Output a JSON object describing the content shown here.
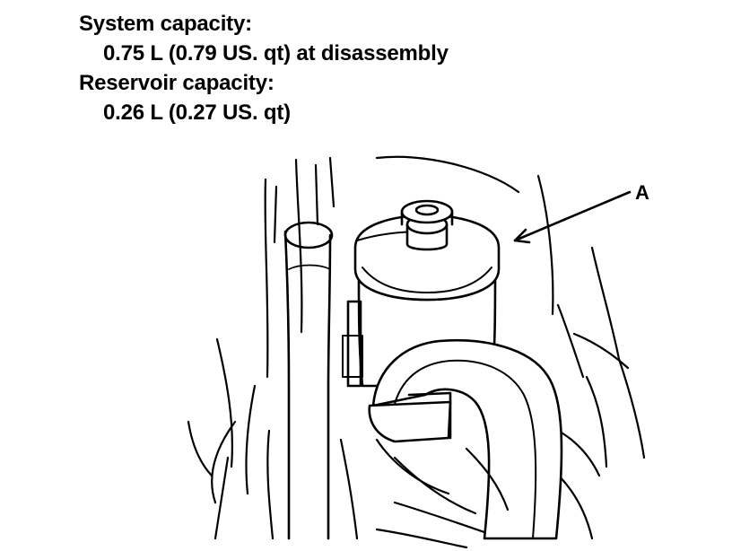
{
  "specs": {
    "system_capacity_label": "System capacity:",
    "system_capacity_value": "0.75 L (0.79 US. qt) at disassembly",
    "reservoir_capacity_label": "Reservoir capacity:",
    "reservoir_capacity_value": "0.26 L (0.27 US. qt)"
  },
  "callouts": {
    "reservoir": "A"
  }
}
